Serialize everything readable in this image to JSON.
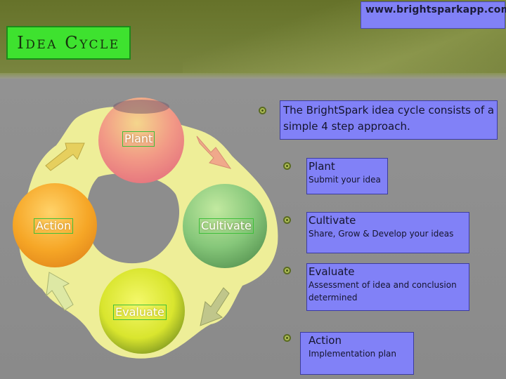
{
  "header": {
    "url": "www.brightsparkapp.com",
    "title": "Idea Cycle"
  },
  "intro": {
    "text": "The BrightSpark idea cycle consists of a simple 4 step approach."
  },
  "steps": [
    {
      "title": "Plant",
      "description": "Submit your idea"
    },
    {
      "title": "Cultivate",
      "description": "Share, Grow & Develop your ideas"
    },
    {
      "title": "Evaluate",
      "description": "Assessment of idea and conclusion determined"
    },
    {
      "title": "Action",
      "description": "Implementation plan"
    }
  ],
  "cycle": {
    "labels": [
      "Plant",
      "Cultivate",
      "Evaluate",
      "Action"
    ]
  },
  "colors": {
    "header": "#6e7b33",
    "accent_green": "#3ee22f",
    "box_blue": "#8181f7",
    "glow_yellow": "#f7f78c"
  },
  "icons": {
    "bullet": "circle-bullet-icon",
    "arrow": "cycle-arrow-icon"
  }
}
